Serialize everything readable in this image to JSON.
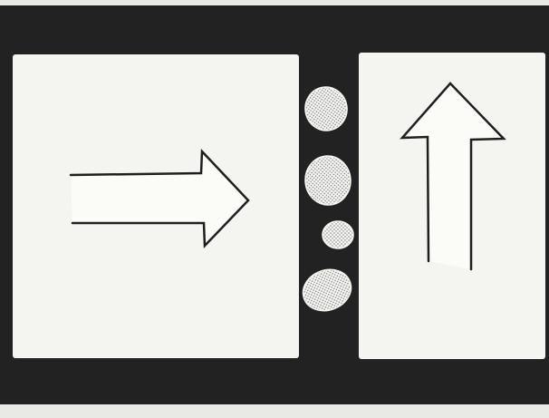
{
  "diagram": {
    "colors": {
      "background": "#e9e9e6",
      "frame": "#222222",
      "panel": "#f4f4f1",
      "particle_fill": "#f7f7f4",
      "particle_stipple": "#7a7a7a",
      "arrow_stroke": "#1f1f1f",
      "arrow_fill": "#fbfbf8"
    },
    "panels": [
      {
        "name": "left-panel",
        "arrow_direction": "right"
      },
      {
        "name": "right-panel",
        "arrow_direction": "up"
      }
    ],
    "particle_count": 4
  }
}
